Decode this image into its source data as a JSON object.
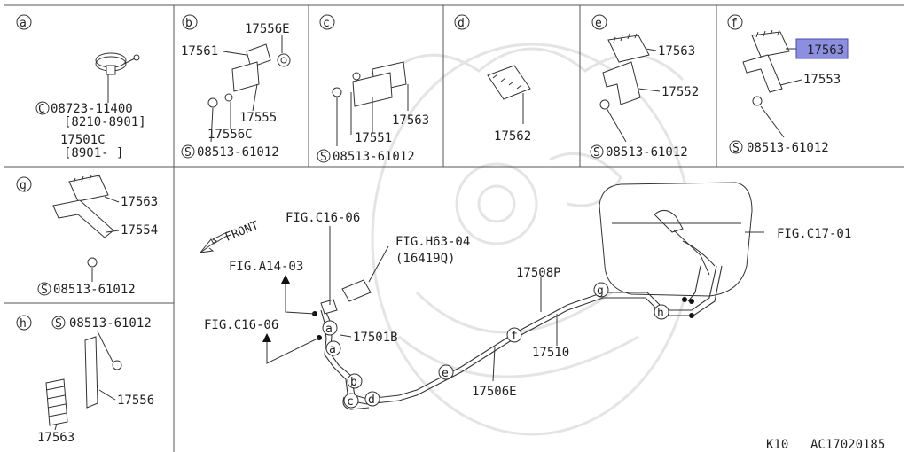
{
  "sections": {
    "a": {
      "letter": "a",
      "part_no": "08723-11400",
      "date1": "[8210-8901]",
      "part2": "17501C",
      "date2": "[8901-     ]"
    },
    "b": {
      "letter": "b",
      "parts": [
        "17561",
        "17556E",
        "17555",
        "17556C",
        "08513-61012"
      ]
    },
    "c": {
      "letter": "c",
      "parts": [
        "17551",
        "17563",
        "08513-61012"
      ]
    },
    "d": {
      "letter": "d",
      "parts": [
        "17562"
      ]
    },
    "e": {
      "letter": "e",
      "parts": [
        "17563",
        "17552",
        "08513-61012"
      ]
    },
    "f": {
      "letter": "f",
      "parts": [
        "17563",
        "17553",
        "08513-61012"
      ],
      "highlighted": "17563"
    },
    "g": {
      "letter": "g",
      "parts": [
        "17563",
        "17554",
        "08513-61012"
      ]
    },
    "h": {
      "letter": "h",
      "parts": [
        "08513-61012",
        "17556",
        "17563"
      ]
    }
  },
  "s_mark": "S",
  "c_mark": "C",
  "main": {
    "front_label": "FRONT",
    "refs": {
      "c16_top": "FIG.C16-06",
      "h63": "FIG.H63-04",
      "h63_sub": "(16419Q)",
      "a14": "FIG.A14-03",
      "c16_bottom": "FIG.C16-06",
      "c17": "FIG.C17-01"
    },
    "parts": {
      "p17508P": "17508P",
      "p17501B": "17501B",
      "p17510": "17510",
      "p17506E": "17506E"
    },
    "clip_letters": [
      "g",
      "h",
      "f",
      "e",
      "a",
      "a",
      "b",
      "c",
      "d"
    ]
  },
  "footer": {
    "model": "K10",
    "code": "AC17020185"
  },
  "highlight_color": "#8c8ee0"
}
